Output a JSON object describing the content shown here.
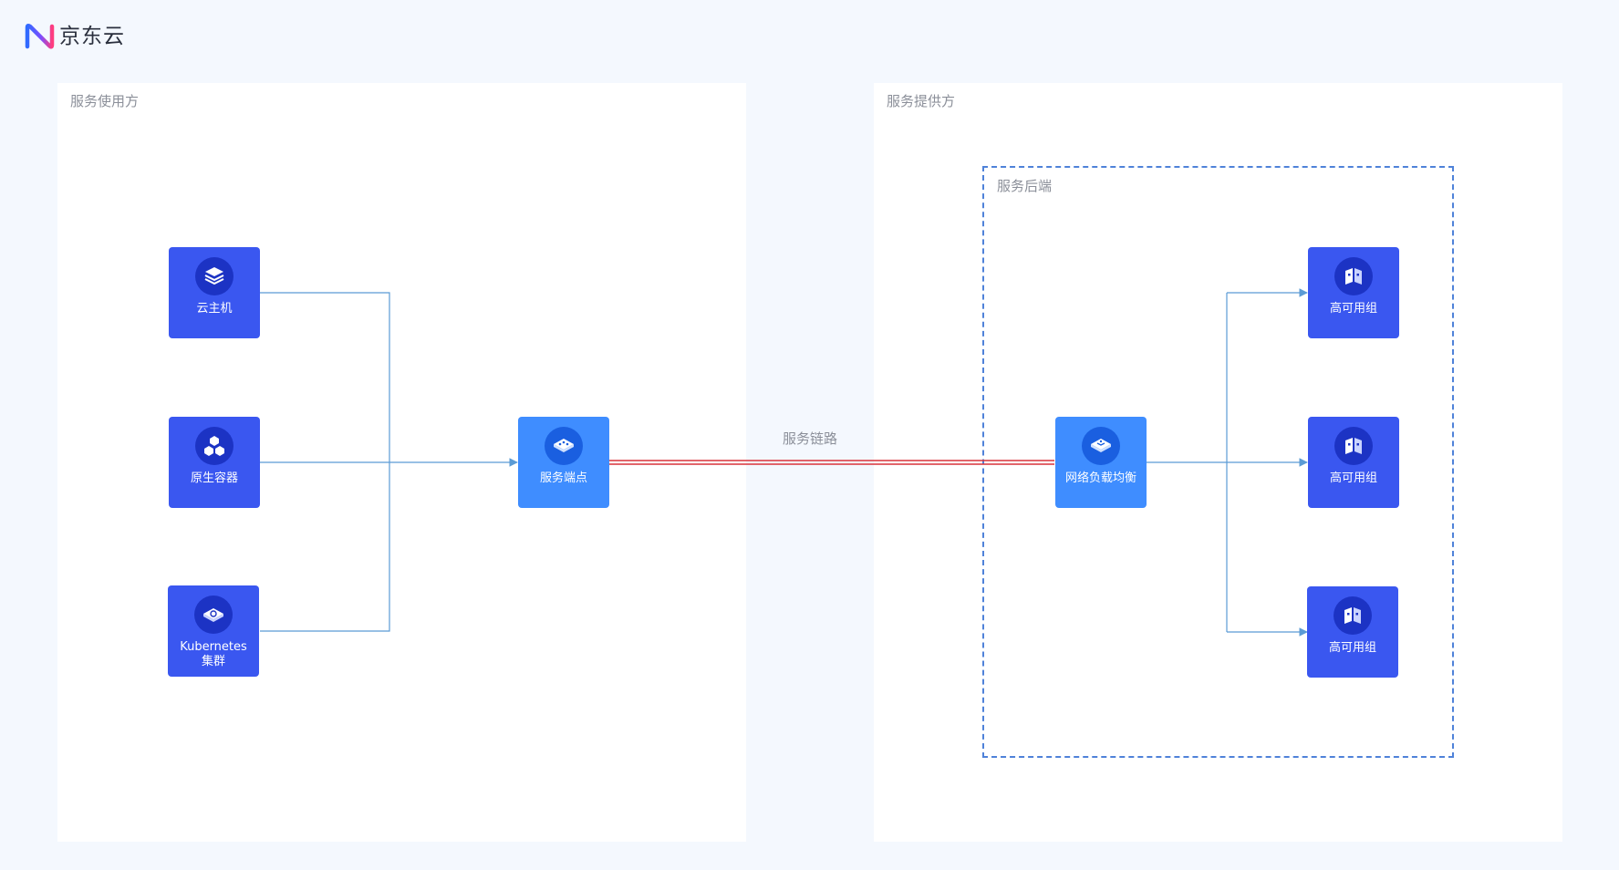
{
  "brand": {
    "name": "京东云",
    "logo_icon": "jdcloud-logo-icon"
  },
  "panels": {
    "consumer": {
      "title": "服务使用方"
    },
    "provider": {
      "title": "服务提供方"
    },
    "backend": {
      "title": "服务后端"
    }
  },
  "link": {
    "label": "服务链路"
  },
  "nodes": {
    "vm": {
      "label": "云主机",
      "icon": "stack-layers-icon"
    },
    "container": {
      "label": "原生容器",
      "icon": "cubes-icon"
    },
    "k8s": {
      "label": "Kubernetes\n集群",
      "icon": "kubernetes-icon"
    },
    "endpoint": {
      "label": "服务端点",
      "icon": "endpoint-icon"
    },
    "nlb": {
      "label": "网络负载均衡",
      "icon": "load-balancer-icon"
    },
    "ha1": {
      "label": "高可用组",
      "icon": "ha-group-icon"
    },
    "ha2": {
      "label": "高可用组",
      "icon": "ha-group-icon"
    },
    "ha3": {
      "label": "高可用组",
      "icon": "ha-group-icon"
    }
  },
  "colors": {
    "node_dark": "#3a57f0",
    "node_light": "#3f8dff",
    "connector": "#5b9bd5",
    "link_red": "#d9323a",
    "dashed_border": "#4f82d9"
  }
}
